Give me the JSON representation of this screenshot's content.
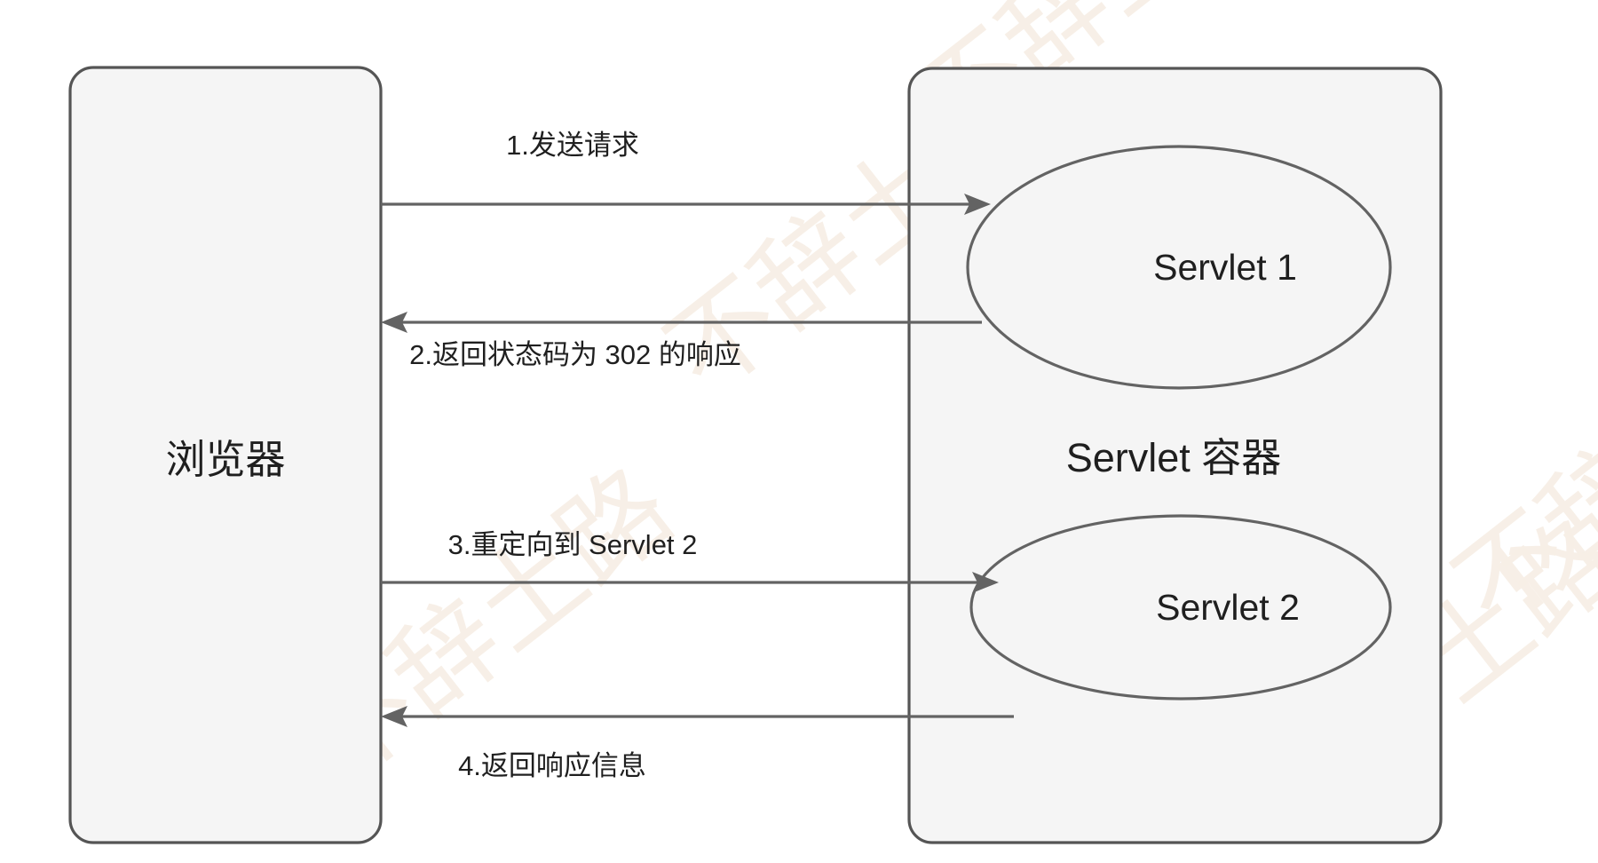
{
  "diagram": {
    "type": "sequence-flow",
    "nodes": [
      {
        "id": "browser",
        "label": "浏览器",
        "shape": "rounded-rect"
      },
      {
        "id": "container",
        "label": "Servlet 容器",
        "shape": "rounded-rect"
      },
      {
        "id": "servlet1",
        "label": "Servlet 1",
        "shape": "ellipse"
      },
      {
        "id": "servlet2",
        "label": "Servlet  2",
        "shape": "ellipse"
      }
    ],
    "edges": [
      {
        "id": "e1",
        "label": "1.发送请求",
        "from": "browser",
        "to": "servlet1",
        "direction": "right"
      },
      {
        "id": "e2",
        "label": "2.返回状态码为 302 的响应",
        "from": "servlet1",
        "to": "browser",
        "direction": "left"
      },
      {
        "id": "e3",
        "label": "3.重定向到 Servlet 2",
        "from": "browser",
        "to": "servlet2",
        "direction": "right"
      },
      {
        "id": "e4",
        "label": "4.返回响应信息",
        "from": "servlet2",
        "to": "browser",
        "direction": "left"
      }
    ],
    "colors": {
      "shape_fill": "#f5f5f5",
      "shape_stroke": "#555555",
      "line_stroke": "#636363",
      "text": "#1f1f1f",
      "background": "#ffffff",
      "watermark": "#f7efe6"
    },
    "watermark": {
      "text": "不辞土路",
      "instances": [
        "不辞土路",
        "不辞土路",
        "不辞土路",
        "不辞土路",
        "不辞土路"
      ]
    }
  }
}
